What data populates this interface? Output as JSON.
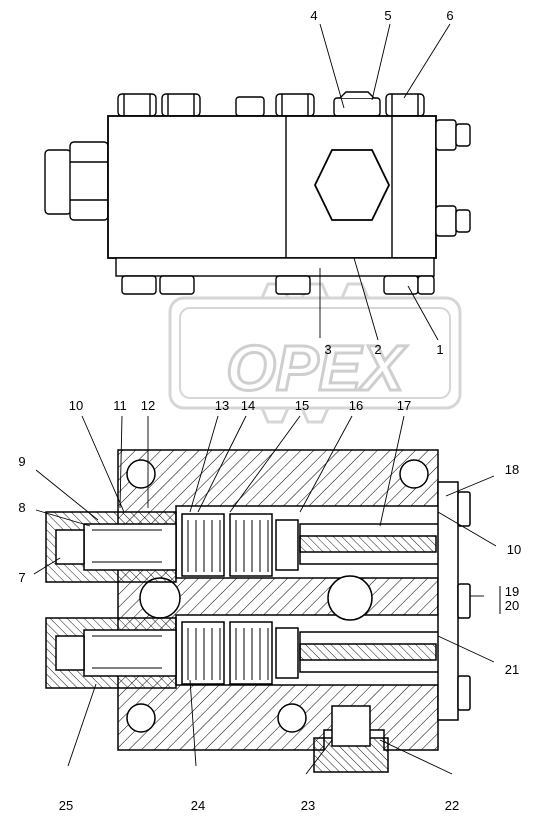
{
  "watermark": {
    "text": "OPEX",
    "color": "#d6d6d6"
  },
  "colors": {
    "line": "#000000",
    "hatch": "#000000",
    "background": "#ffffff"
  },
  "callouts": {
    "n1": "1",
    "n2": "2",
    "n3": "3",
    "n4": "4",
    "n5": "5",
    "n6": "6",
    "n7": "7",
    "n8": "8",
    "n9": "9",
    "n10a": "10",
    "n10b": "10",
    "n11": "11",
    "n12": "12",
    "n13": "13",
    "n14": "14",
    "n15": "15",
    "n16": "16",
    "n17": "17",
    "n18": "18",
    "n19": "19",
    "n20": "20",
    "n21": "21",
    "n22": "22",
    "n23": "23",
    "n24": "24",
    "n25": "25"
  }
}
